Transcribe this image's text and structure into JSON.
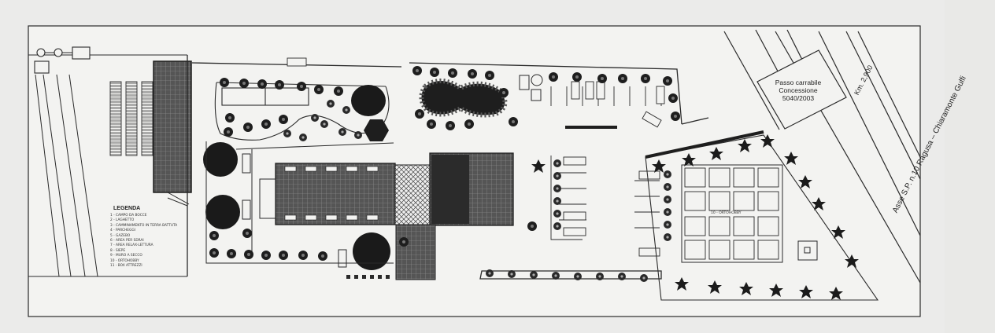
{
  "legend": {
    "title": "LEGENDA",
    "items": [
      "1 - CAMPO DA BOCCE",
      "2 - LAGHETTO",
      "3 - CAMMINAMENTO IN TERRA BATTUTA",
      "4 - PARCHEGGI",
      "5 - GAZEBO",
      "6 - AREA PER SDRAI",
      "7 - AREA RELAX-LETTURA",
      "8 - SIEPE",
      "9 - MURO A SECCO",
      "10 - ORTOHOBBY",
      "11 - BOX ATTREZZI"
    ]
  },
  "passo": {
    "line1": "Passo carrabile",
    "line2": "Concessione",
    "line3": "5040/2003"
  },
  "road": {
    "label": "Asse S.P. n.10 Ragusa – Chiaramonte Gulfi",
    "km": "Km. 2,900"
  },
  "orto_label": "10 - ORTOHOBBY",
  "colors": {
    "line": "#2a2a2a",
    "paper": "#f4f4f2",
    "fill_dark": "#1e1e1e"
  }
}
